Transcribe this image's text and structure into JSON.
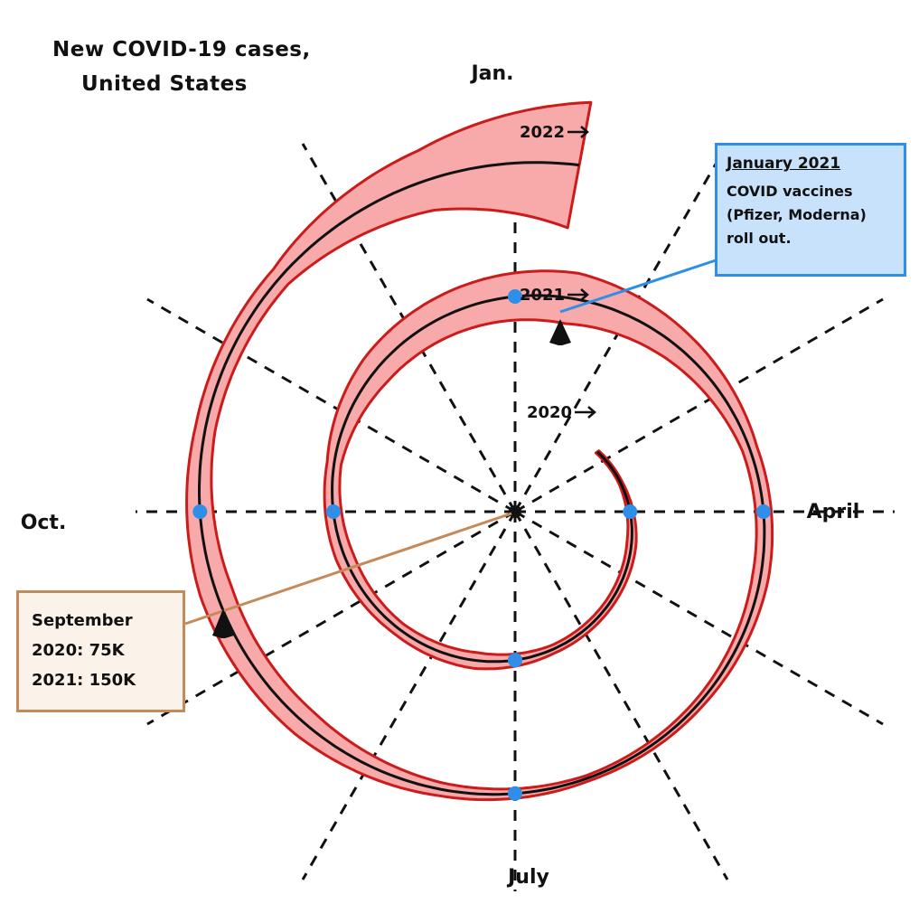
{
  "chart_data": {
    "type": "line",
    "subtype": "spiral",
    "title": "New COVID-19 cases, United States",
    "angular_axis": {
      "labels": [
        {
          "month": "Jan.",
          "position": "top"
        },
        {
          "month": "April",
          "position": "right"
        },
        {
          "month": "July",
          "position": "bottom"
        },
        {
          "month": "Oct.",
          "position": "left"
        }
      ],
      "spokes": 12,
      "direction": "clockwise"
    },
    "series": [
      {
        "name": "New COVID-19 cases",
        "encoding": "band width",
        "color": "#f8a9a9",
        "outline": "#cc1b1b"
      }
    ],
    "year_labels": [
      "2020",
      "2021",
      "2022"
    ],
    "annotations": [
      {
        "id": "jan",
        "heading": "January 2021",
        "lines": [
          "COVID vaccines",
          "(Pfizer, Moderna)",
          "roll out."
        ],
        "color": "#2f8fe8"
      },
      {
        "id": "sep",
        "lines": [
          "September",
          "2020: 75K",
          "2021: 150K"
        ],
        "color": "#c48a5a"
      }
    ],
    "estimated_daily_cases_by_month": [
      {
        "month": "2020-02",
        "value": 0
      },
      {
        "month": "2020-03",
        "value": 1000
      },
      {
        "month": "2020-04",
        "value": 30000
      },
      {
        "month": "2020-05",
        "value": 25000
      },
      {
        "month": "2020-06",
        "value": 25000
      },
      {
        "month": "2020-07",
        "value": 65000
      },
      {
        "month": "2020-08",
        "value": 50000
      },
      {
        "month": "2020-09",
        "value": 75000
      },
      {
        "month": "2020-10",
        "value": 55000
      },
      {
        "month": "2020-11",
        "value": 150000
      },
      {
        "month": "2020-12",
        "value": 200000
      },
      {
        "month": "2021-01",
        "value": 250000
      },
      {
        "month": "2021-02",
        "value": 150000
      },
      {
        "month": "2021-03",
        "value": 60000
      },
      {
        "month": "2021-04",
        "value": 65000
      },
      {
        "month": "2021-05",
        "value": 30000
      },
      {
        "month": "2021-06",
        "value": 12000
      },
      {
        "month": "2021-07",
        "value": 50000
      },
      {
        "month": "2021-08",
        "value": 130000
      },
      {
        "month": "2021-09",
        "value": 150000
      },
      {
        "month": "2021-10",
        "value": 85000
      },
      {
        "month": "2021-11",
        "value": 90000
      },
      {
        "month": "2021-12",
        "value": 300000
      },
      {
        "month": "2022-01",
        "value": 700000
      }
    ],
    "colors": {
      "band_fill": "#f8a9a9",
      "band_edge": "#cc1b1b",
      "centerline": "#111111",
      "month_dot": "#2f8fe8",
      "spoke": "#111111"
    }
  },
  "title": {
    "line1": "New COVID-19 cases,",
    "line2": "United States"
  },
  "jan_note": {
    "heading": "January 2021",
    "line1": "COVID vaccines",
    "line2": "(Pfizer, Moderna)",
    "line3": "roll out."
  },
  "sep_note": {
    "line1": "September",
    "line2": "2020: 75K",
    "line3": "2021: 150K"
  }
}
